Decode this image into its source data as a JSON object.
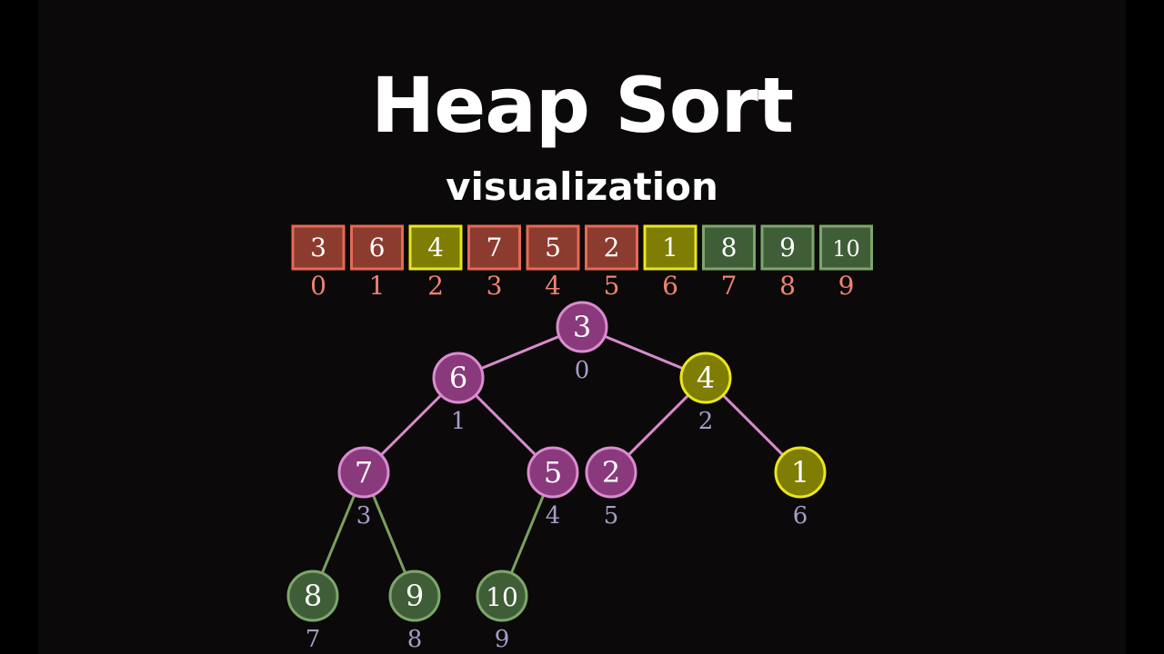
{
  "title": "Heap Sort",
  "subtitle": "visualization",
  "colors": {
    "unsorted_fill": "#8c3b2f",
    "unsorted_border": "#e46a54",
    "highlight_fill": "#7f7d04",
    "highlight_border": "#e9e61c",
    "sorted_fill": "#3f5e37",
    "sorted_border": "#7ea66b",
    "node_fill": "#8a3a7c",
    "node_border": "#d98cd0",
    "edge_pink": "#d88ccd",
    "edge_green": "#7aa05e",
    "array_index": "#f08470",
    "tree_index": "#a99bc6"
  },
  "array": [
    {
      "value": "3",
      "index": "0",
      "state": "unsorted"
    },
    {
      "value": "6",
      "index": "1",
      "state": "unsorted"
    },
    {
      "value": "4",
      "index": "2",
      "state": "highlight"
    },
    {
      "value": "7",
      "index": "3",
      "state": "unsorted"
    },
    {
      "value": "5",
      "index": "4",
      "state": "unsorted"
    },
    {
      "value": "2",
      "index": "5",
      "state": "unsorted"
    },
    {
      "value": "1",
      "index": "6",
      "state": "highlight"
    },
    {
      "value": "8",
      "index": "7",
      "state": "sorted"
    },
    {
      "value": "9",
      "index": "8",
      "state": "sorted"
    },
    {
      "value": "10",
      "index": "9",
      "state": "sorted"
    }
  ],
  "tree_nodes": [
    {
      "value": "3",
      "index": "0",
      "state": "heap"
    },
    {
      "value": "6",
      "index": "1",
      "state": "heap"
    },
    {
      "value": "4",
      "index": "2",
      "state": "highlight"
    },
    {
      "value": "7",
      "index": "3",
      "state": "heap"
    },
    {
      "value": "5",
      "index": "4",
      "state": "heap"
    },
    {
      "value": "2",
      "index": "5",
      "state": "heap"
    },
    {
      "value": "1",
      "index": "6",
      "state": "highlight"
    },
    {
      "value": "8",
      "index": "7",
      "state": "sorted"
    },
    {
      "value": "9",
      "index": "8",
      "state": "sorted"
    },
    {
      "value": "10",
      "index": "9",
      "state": "sorted"
    }
  ],
  "tree_edges": [
    {
      "from": 0,
      "to": 1,
      "state": "heap"
    },
    {
      "from": 0,
      "to": 2,
      "state": "heap"
    },
    {
      "from": 1,
      "to": 3,
      "state": "heap"
    },
    {
      "from": 1,
      "to": 4,
      "state": "heap"
    },
    {
      "from": 2,
      "to": 5,
      "state": "heap"
    },
    {
      "from": 2,
      "to": 6,
      "state": "heap"
    },
    {
      "from": 3,
      "to": 7,
      "state": "sorted"
    },
    {
      "from": 3,
      "to": 8,
      "state": "sorted"
    },
    {
      "from": 4,
      "to": 9,
      "state": "sorted"
    }
  ]
}
